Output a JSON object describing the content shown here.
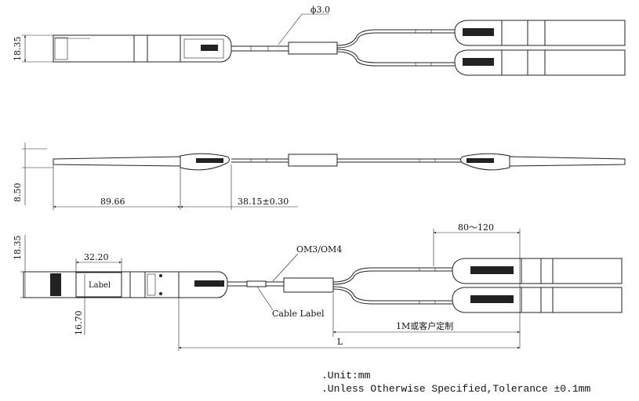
{
  "top_view": {
    "cable_diameter": "ϕ3.0",
    "height_dim": "18.35"
  },
  "side_view": {
    "thickness_dim": "8.50",
    "module_length_dim": "89.66",
    "handle_length_dim": "38.15±0.30"
  },
  "bottom_view": {
    "height_dim": "18.35",
    "label_width_dim": "32.20",
    "label_text": "Label",
    "label_offset_dim": "16.70",
    "fiber_type": "OM3/OM4",
    "cable_label": "Cable Label",
    "breakout_length_dim": "80～120",
    "length_note": "1M或客户定制",
    "total_length": "L"
  },
  "notes": [
    ".Unit:mm",
    ".Unless Otherwise Specified,Tolerance ±0.1mm"
  ],
  "colors": {
    "line": "#222222",
    "background": "#ffffff"
  }
}
